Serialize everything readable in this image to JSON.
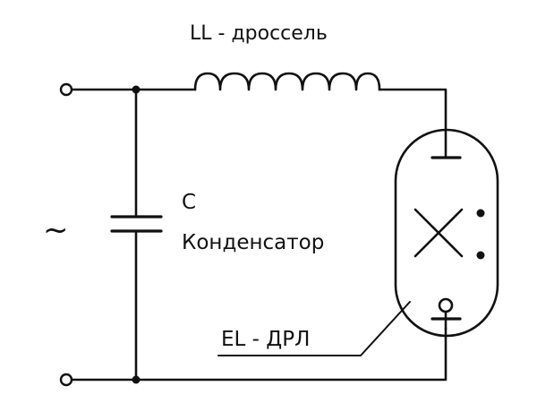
{
  "labels": {
    "inductor": "LL - дроссель",
    "capacitor_letter": "C",
    "capacitor_name": "Конденсатор",
    "lamp": "EL - ДРЛ",
    "ac_source": "~"
  },
  "colors": {
    "line": "#111111",
    "background": "#ffffff"
  }
}
